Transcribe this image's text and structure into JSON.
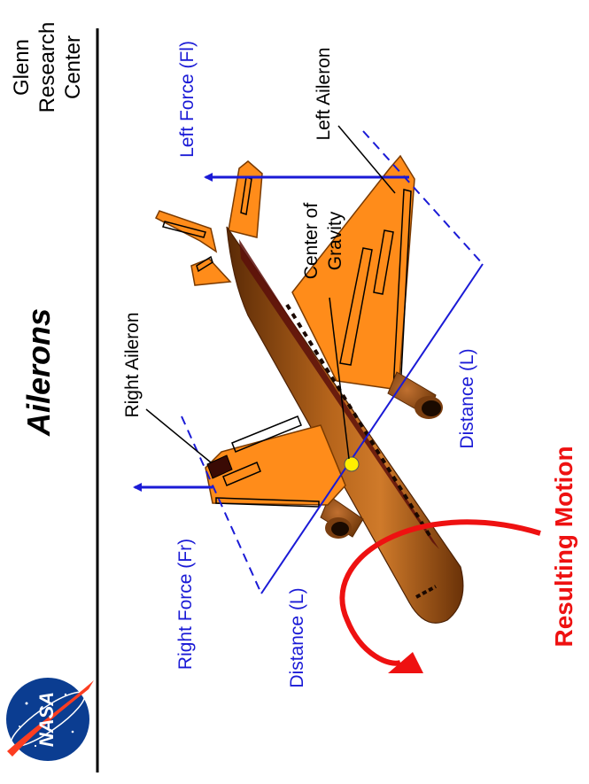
{
  "title": "Ailerons",
  "org": {
    "line1": "Glenn",
    "line2": "Research",
    "line3": "Center",
    "logo_text": "NASA"
  },
  "labels": {
    "left_force": "Left Force (Fl)",
    "right_force": "Right Force (Fr)",
    "left_aileron": "Left Aileron",
    "right_aileron": "Right Aileron",
    "cg_line1": "Center of",
    "cg_line2": "Gravity",
    "distance_left": "Distance (L)",
    "distance_right": "Distance (L)",
    "resulting_motion": "Resulting Motion"
  },
  "colors": {
    "force_blue": "#1a1ad6",
    "motion_red": "#ee1111",
    "wing_orange": "#ff8c1a",
    "fuselage_brown": "#a85a14",
    "cg_yellow": "#ffee00"
  },
  "icons": {
    "logo": "nasa-meatball-logo"
  }
}
